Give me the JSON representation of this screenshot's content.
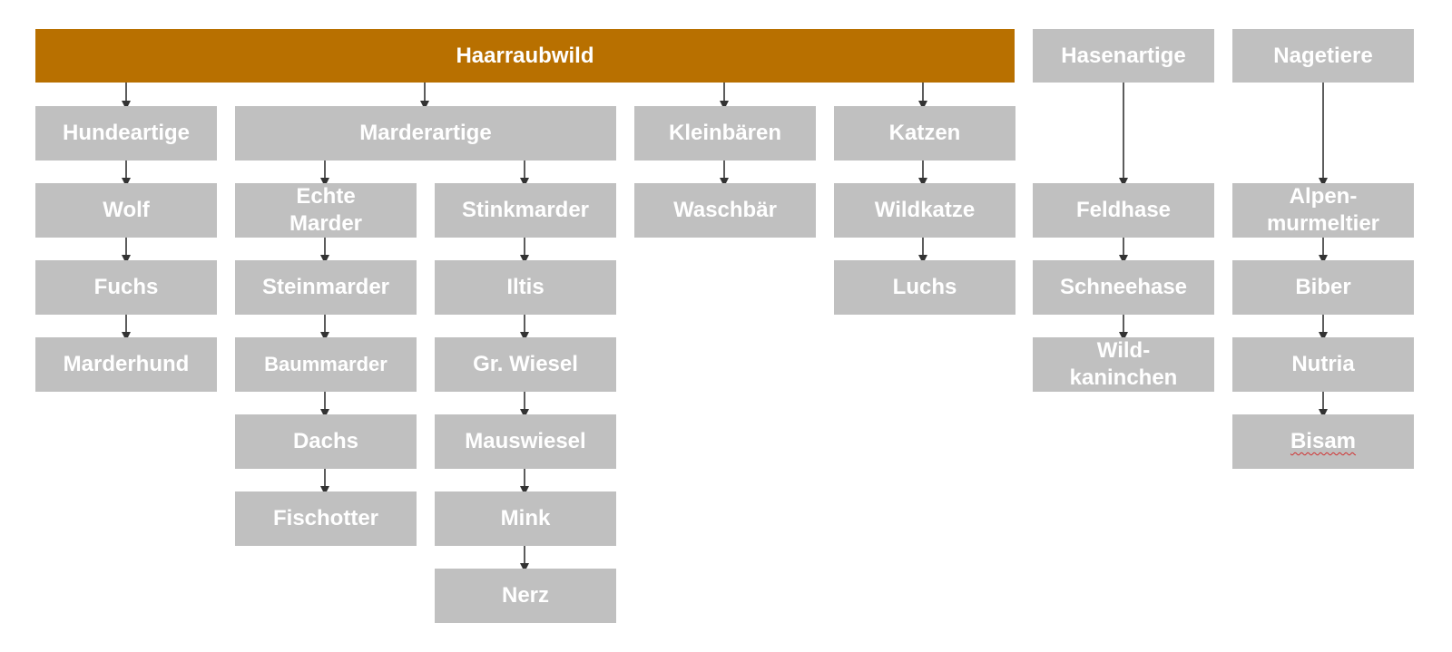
{
  "colors": {
    "root_fill": "#b87000",
    "node_fill": "#c0c0c0",
    "text": "#ffffff",
    "arrow": "#333333",
    "spellcheck": "#d03030"
  },
  "root": "Haarraubwild",
  "groups": {
    "hundeartige": "Hundeartige",
    "marderartige": "Marderartige",
    "kleinbaeren": "Kleinbären",
    "katzen": "Katzen",
    "hasenartige": "Hasenartige",
    "nagetiere": "Nagetiere"
  },
  "subgroups": {
    "echte_marder": "Echte\nMarder",
    "stinkmarder": "Stinkmarder"
  },
  "species": {
    "wolf": "Wolf",
    "fuchs": "Fuchs",
    "marderhund": "Marderhund",
    "steinmarder": "Steinmarder",
    "baummarder": "Baummarder",
    "dachs": "Dachs",
    "fischotter": "Fischotter",
    "iltis": "Iltis",
    "gr_wiesel": "Gr. Wiesel",
    "mauswiesel": "Mauswiesel",
    "mink": "Mink",
    "nerz": "Nerz",
    "waschbaer": "Waschbär",
    "wildkatze": "Wildkatze",
    "luchs": "Luchs",
    "feldhase": "Feldhase",
    "schneehase": "Schneehase",
    "wildkaninchen": "Wild-\nkaninchen",
    "alpenmurmeltier": "Alpen-\nmurmeltier",
    "biber": "Biber",
    "nutria": "Nutria",
    "bisam": "Bisam"
  }
}
